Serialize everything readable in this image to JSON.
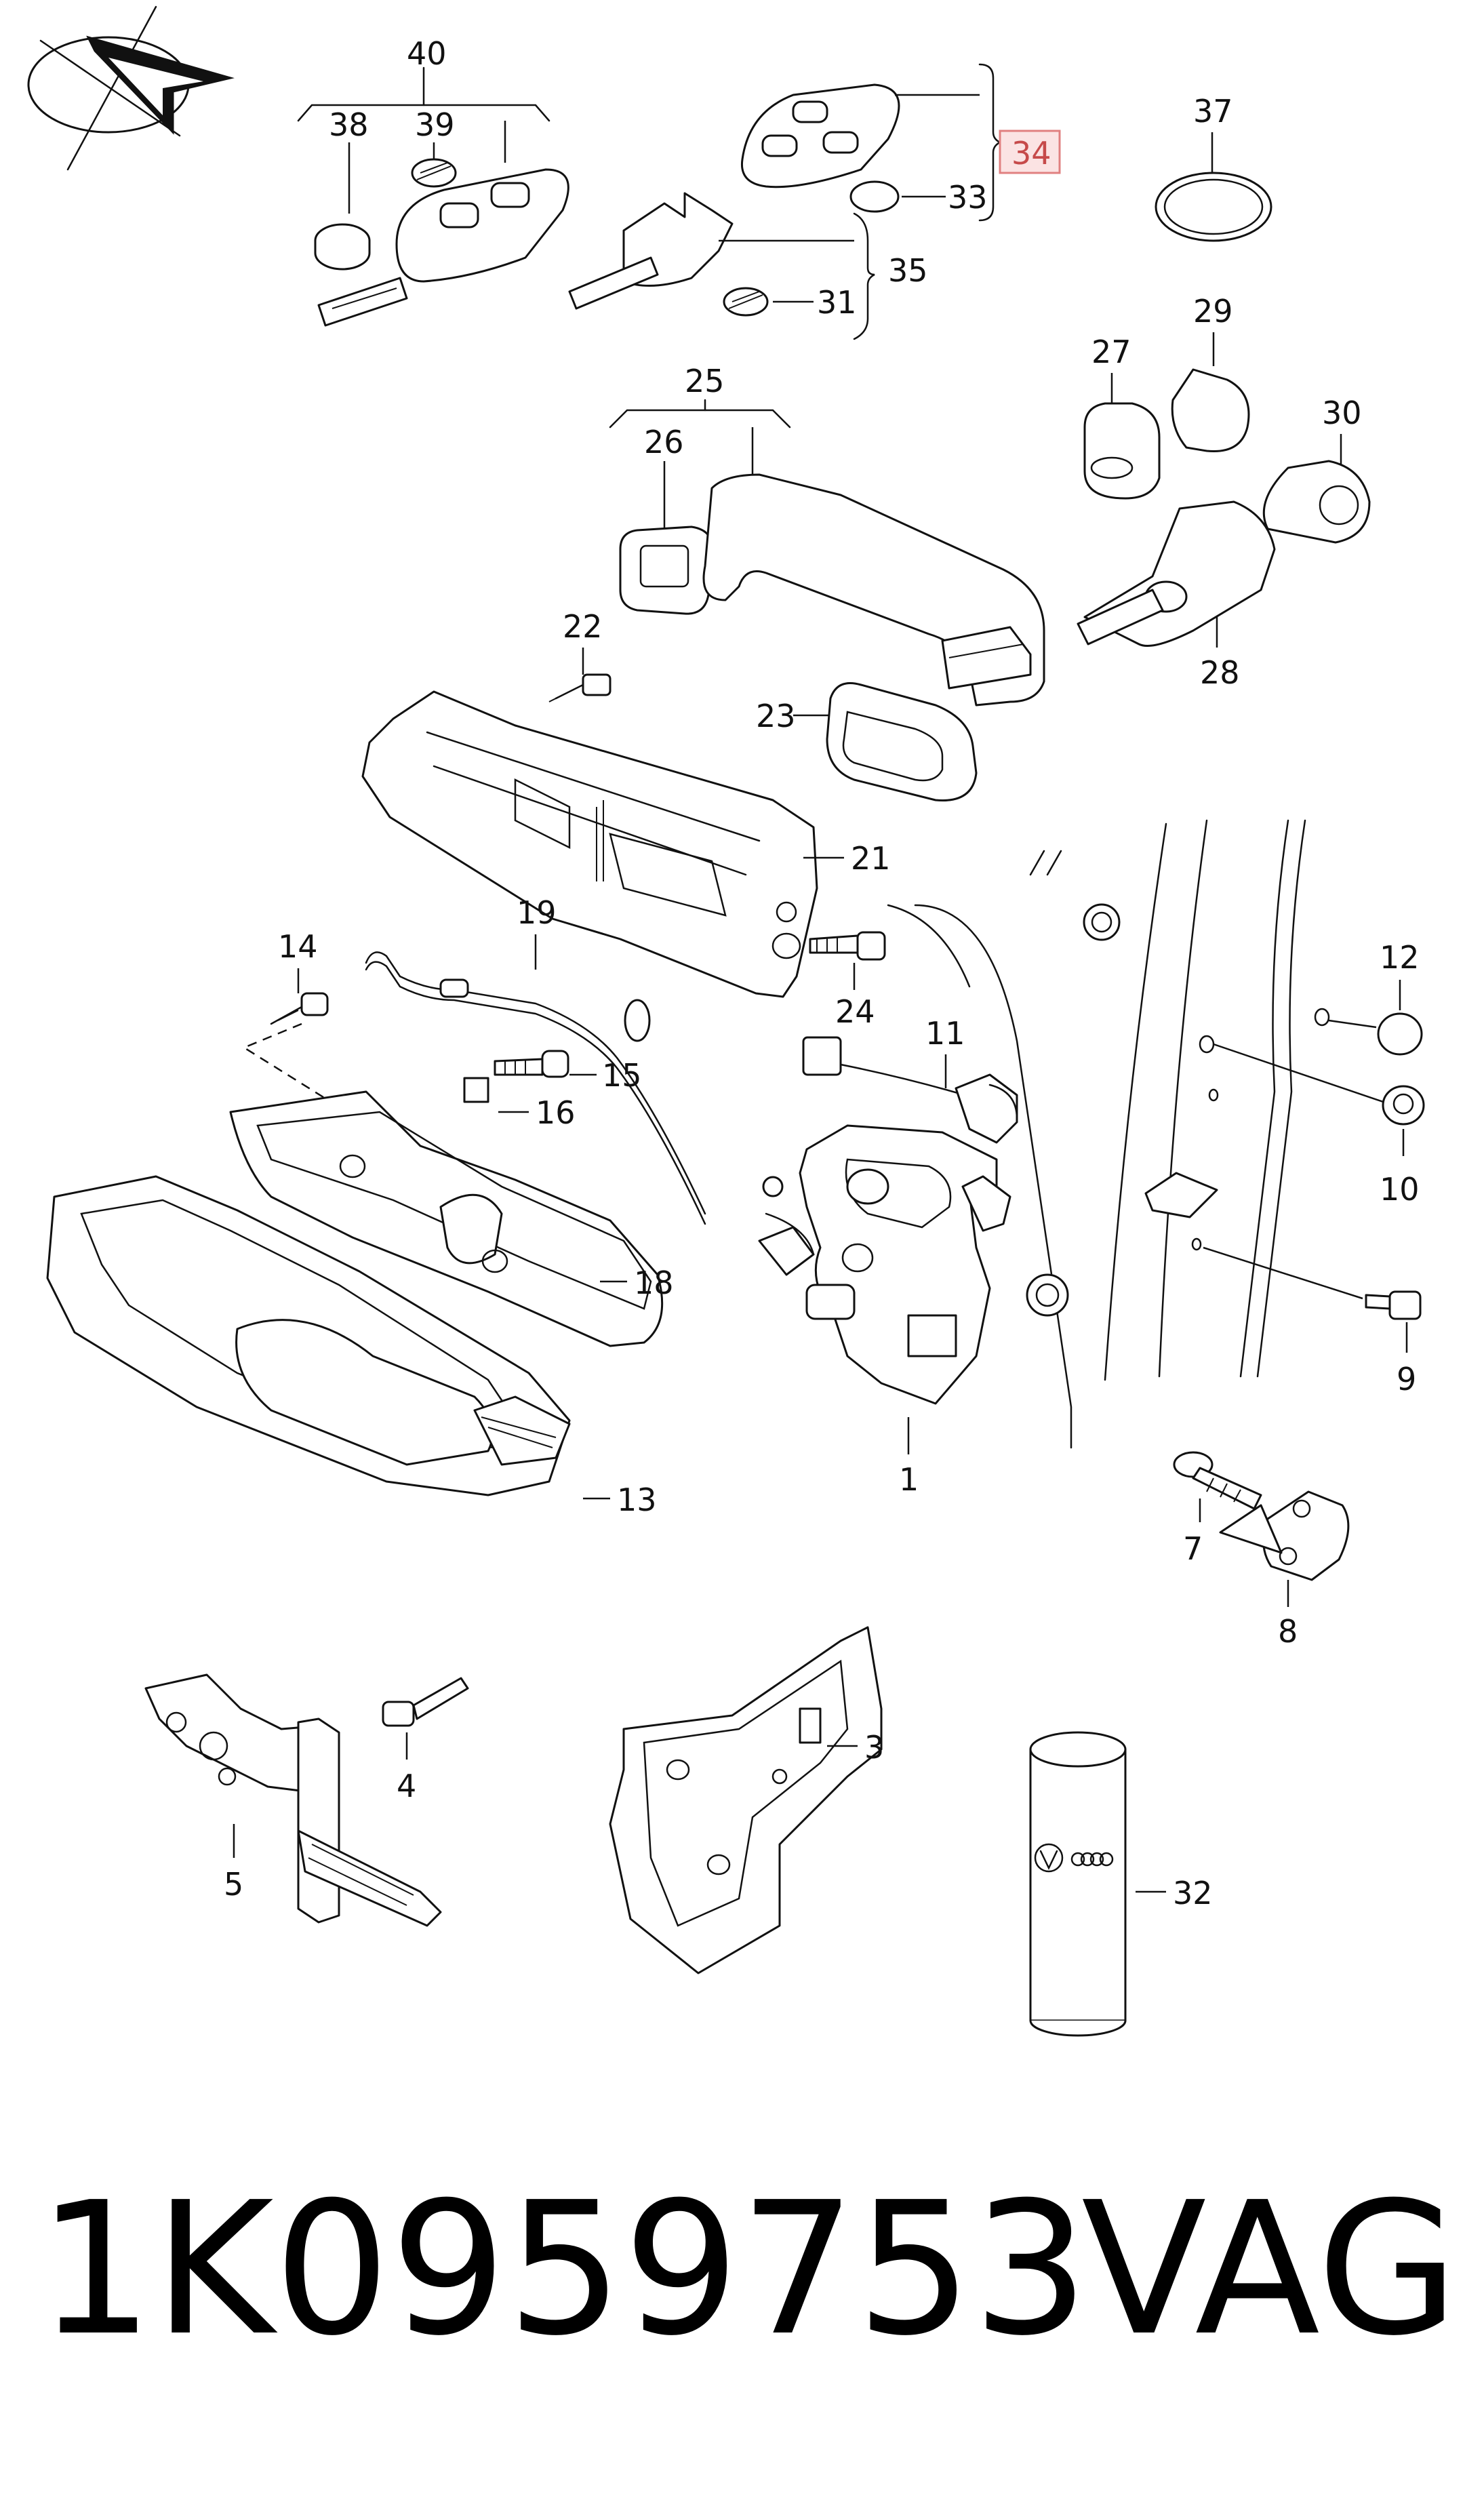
{
  "callouts": {
    "c1": "1",
    "c3": "3",
    "c4": "4",
    "c5": "5",
    "c7": "7",
    "c8": "8",
    "c9": "9",
    "c10": "10",
    "c11": "11",
    "c12": "12",
    "c13": "13",
    "c14": "14",
    "c15": "15",
    "c16": "16",
    "c18": "18",
    "c19": "19",
    "c21": "21",
    "c22": "22",
    "c23": "23",
    "c24": "24",
    "c25": "25",
    "c26": "26",
    "c27": "27",
    "c28": "28",
    "c29": "29",
    "c30": "30",
    "c31": "31",
    "c32": "32",
    "c33": "33",
    "c34": "34",
    "c35": "35",
    "c37": "37",
    "c38": "38",
    "c39": "39",
    "c40": "40"
  },
  "highlighted_callout": "34",
  "colors": {
    "highlight_fill": "#fbe3e3",
    "highlight_stroke": "#e08080",
    "highlight_text": "#c64a4a",
    "line": "#111111"
  },
  "footer": {
    "part_number": "1K0959753",
    "brand": "VAG"
  }
}
